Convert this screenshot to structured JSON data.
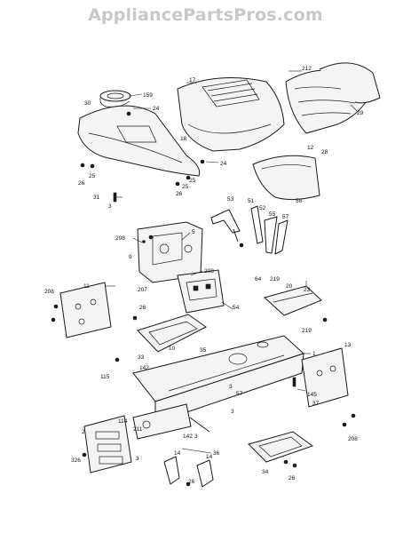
{
  "watermark": "AppliancePartsPros.com",
  "callouts": [
    "159",
    "24",
    "30",
    "17",
    "212",
    "29",
    "18",
    "12",
    "28",
    "24",
    "25",
    "26",
    "25",
    "26",
    "25",
    "31",
    "3",
    "58",
    "53",
    "51",
    "52",
    "55",
    "57",
    "208",
    "5",
    "9",
    "64",
    "208",
    "207",
    "54",
    "219",
    "20",
    "23",
    "208",
    "11",
    "26",
    "219",
    "10",
    "33",
    "35",
    "142",
    "115",
    "1",
    "145",
    "37",
    "13",
    "2",
    "211",
    "114",
    "142",
    "3",
    "3",
    "57",
    "3",
    "36",
    "34",
    "26",
    "208",
    "3",
    "326",
    "14",
    "14",
    "26"
  ]
}
